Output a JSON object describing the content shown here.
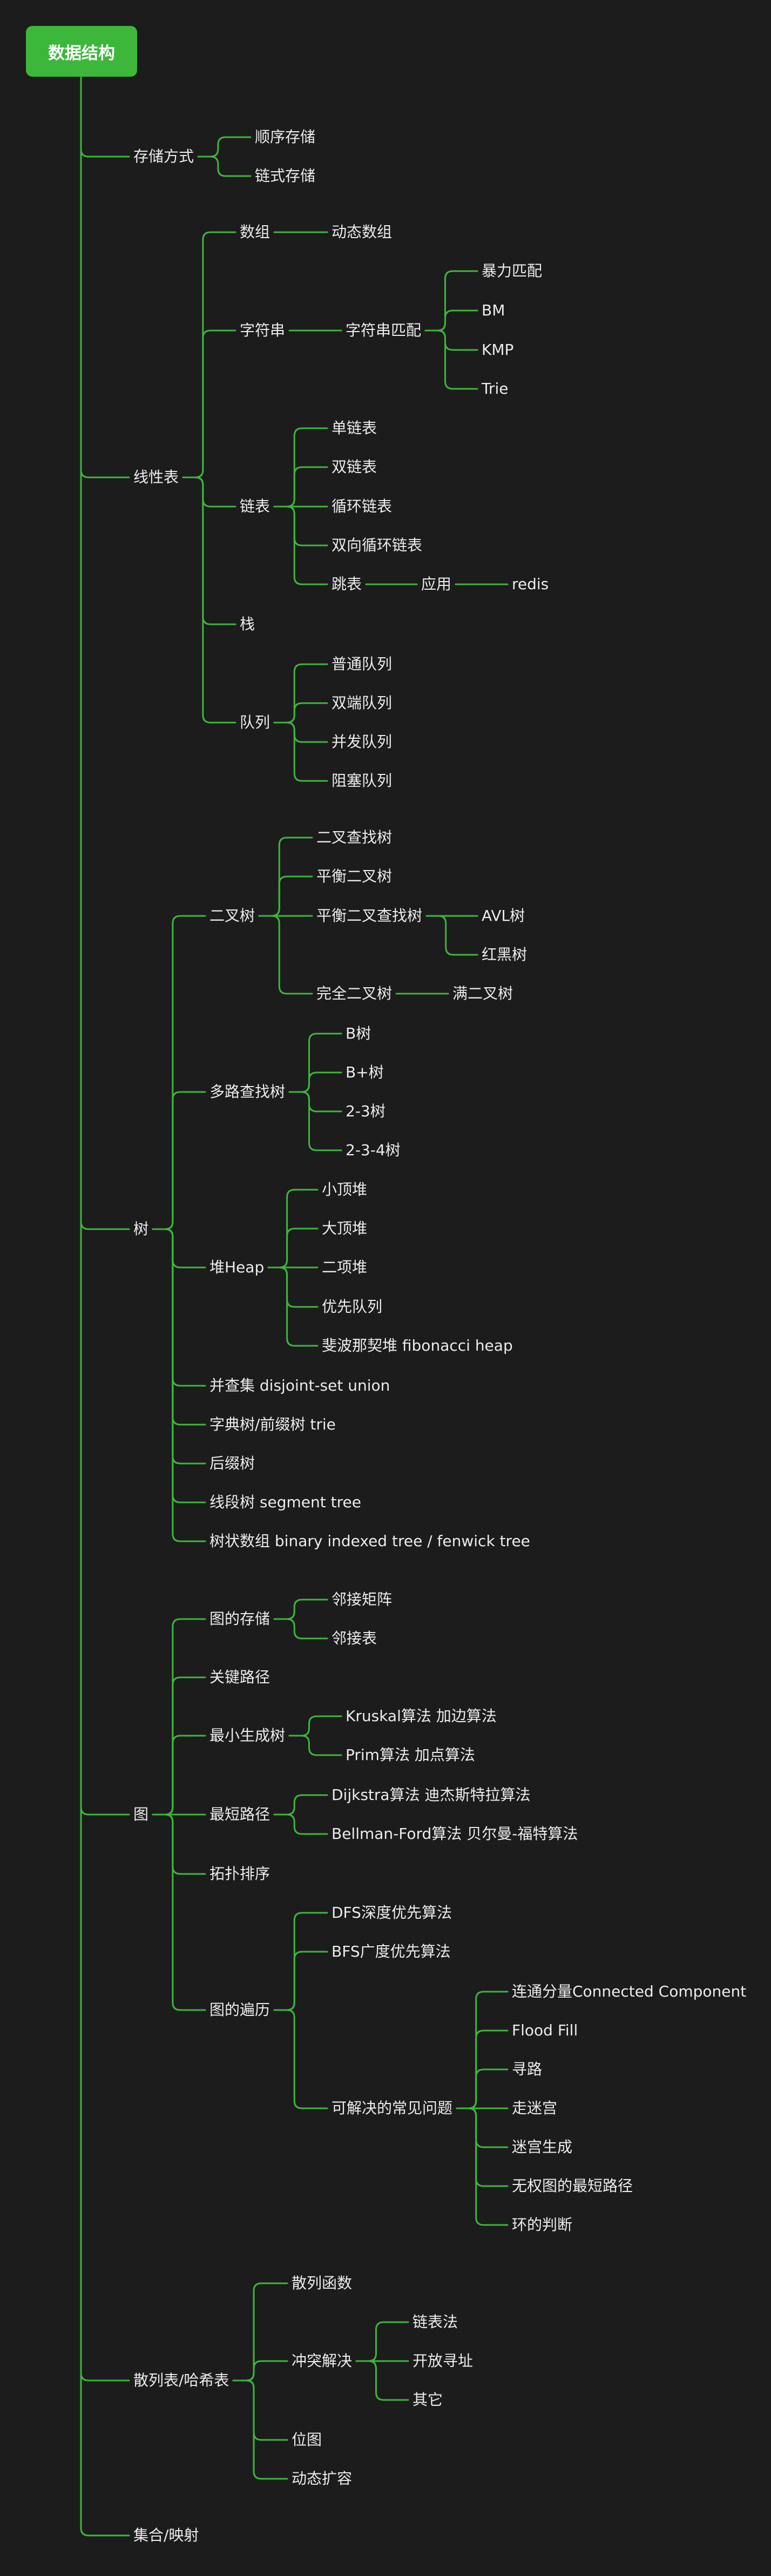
{
  "colors": {
    "background": "#1c1c1c",
    "edge": "#3cb73a",
    "root": "#3cb73a",
    "text": "#ececec"
  },
  "tree": {
    "label": "数据结构",
    "children": [
      {
        "label": "存储方式",
        "children": [
          {
            "label": "顺序存储"
          },
          {
            "label": "链式存储"
          }
        ]
      },
      {
        "label": "线性表",
        "children": [
          {
            "label": "数组",
            "children": [
              {
                "label": "动态数组"
              }
            ]
          },
          {
            "label": "字符串",
            "children": [
              {
                "label": "字符串匹配",
                "children": [
                  {
                    "label": "暴力匹配"
                  },
                  {
                    "label": "BM"
                  },
                  {
                    "label": "KMP"
                  },
                  {
                    "label": "Trie"
                  }
                ]
              }
            ]
          },
          {
            "label": "链表",
            "children": [
              {
                "label": "单链表"
              },
              {
                "label": "双链表"
              },
              {
                "label": "循环链表"
              },
              {
                "label": "双向循环链表"
              },
              {
                "label": "跳表",
                "children": [
                  {
                    "label": "应用",
                    "children": [
                      {
                        "label": "redis"
                      }
                    ]
                  }
                ]
              }
            ]
          },
          {
            "label": "栈"
          },
          {
            "label": "队列",
            "children": [
              {
                "label": "普通队列"
              },
              {
                "label": "双端队列"
              },
              {
                "label": "并发队列"
              },
              {
                "label": "阻塞队列"
              }
            ]
          }
        ]
      },
      {
        "label": "树",
        "children": [
          {
            "label": "二叉树",
            "children": [
              {
                "label": "二叉查找树"
              },
              {
                "label": "平衡二叉树"
              },
              {
                "label": "平衡二叉查找树",
                "children": [
                  {
                    "label": "AVL树"
                  },
                  {
                    "label": "红黑树"
                  }
                ]
              },
              {
                "label": "完全二叉树",
                "children": [
                  {
                    "label": "满二叉树"
                  }
                ]
              }
            ]
          },
          {
            "label": "多路查找树",
            "children": [
              {
                "label": "B树"
              },
              {
                "label": "B+树"
              },
              {
                "label": "2-3树"
              },
              {
                "label": "2-3-4树"
              }
            ]
          },
          {
            "label": "堆Heap",
            "children": [
              {
                "label": "小顶堆"
              },
              {
                "label": "大顶堆"
              },
              {
                "label": "二项堆"
              },
              {
                "label": "优先队列"
              },
              {
                "label": "斐波那契堆 fibonacci heap"
              }
            ]
          },
          {
            "label": "并查集 disjoint-set union"
          },
          {
            "label": "字典树/前缀树 trie"
          },
          {
            "label": "后缀树"
          },
          {
            "label": "线段树 segment tree"
          },
          {
            "label": "树状数组 binary indexed tree / fenwick tree"
          }
        ]
      },
      {
        "label": "图",
        "children": [
          {
            "label": "图的存储",
            "children": [
              {
                "label": "邻接矩阵"
              },
              {
                "label": "邻接表"
              }
            ]
          },
          {
            "label": "关键路径"
          },
          {
            "label": "最小生成树",
            "children": [
              {
                "label": "Kruskal算法 加边算法"
              },
              {
                "label": "Prim算法 加点算法"
              }
            ]
          },
          {
            "label": "最短路径",
            "children": [
              {
                "label": "Dijkstra算法 迪杰斯特拉算法"
              },
              {
                "label": "Bellman-Ford算法 贝尔曼-福特算法"
              }
            ]
          },
          {
            "label": "拓扑排序"
          },
          {
            "label": "图的遍历",
            "children": [
              {
                "label": "DFS深度优先算法"
              },
              {
                "label": "BFS广度优先算法"
              },
              {
                "label": "可解决的常见问题",
                "children": [
                  {
                    "label": "连通分量Connected Component"
                  },
                  {
                    "label": "Flood Fill"
                  },
                  {
                    "label": "寻路"
                  },
                  {
                    "label": "走迷宫"
                  },
                  {
                    "label": "迷宫生成"
                  },
                  {
                    "label": "无权图的最短路径"
                  },
                  {
                    "label": "环的判断"
                  }
                ]
              }
            ]
          }
        ]
      },
      {
        "label": "散列表/哈希表",
        "children": [
          {
            "label": "散列函数"
          },
          {
            "label": "冲突解决",
            "children": [
              {
                "label": "链表法"
              },
              {
                "label": "开放寻址"
              },
              {
                "label": "其它"
              }
            ]
          },
          {
            "label": "位图"
          },
          {
            "label": "动态扩容"
          }
        ]
      },
      {
        "label": "集合/映射"
      }
    ]
  }
}
